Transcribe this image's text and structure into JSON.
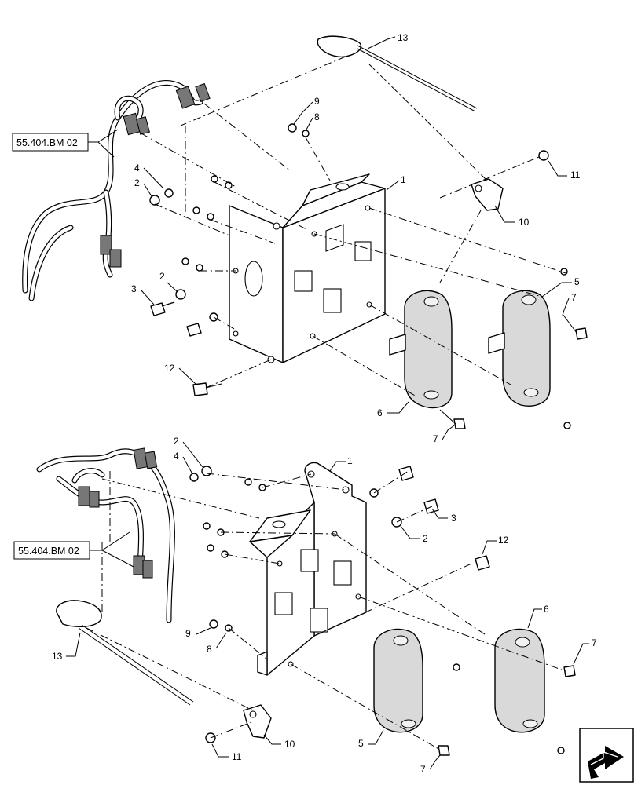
{
  "references": [
    {
      "id": "ref-top",
      "text": "55.404.BM 02"
    },
    {
      "id": "ref-bottom",
      "text": "55.404.BM 02"
    }
  ],
  "callouts_top": [
    {
      "key": "t13",
      "text": "13"
    },
    {
      "key": "t9",
      "text": "9"
    },
    {
      "key": "t8",
      "text": "8"
    },
    {
      "key": "t4",
      "text": "4"
    },
    {
      "key": "t2a",
      "text": "2"
    },
    {
      "key": "t1",
      "text": "1"
    },
    {
      "key": "t11",
      "text": "11"
    },
    {
      "key": "t10",
      "text": "10"
    },
    {
      "key": "t2b",
      "text": "2"
    },
    {
      "key": "t3",
      "text": "3"
    },
    {
      "key": "t5",
      "text": "5"
    },
    {
      "key": "t7a",
      "text": "7"
    },
    {
      "key": "t12",
      "text": "12"
    },
    {
      "key": "t6",
      "text": "6"
    },
    {
      "key": "t7b",
      "text": "7"
    }
  ],
  "callouts_bottom": [
    {
      "key": "b2a",
      "text": "2"
    },
    {
      "key": "b4",
      "text": "4"
    },
    {
      "key": "b1",
      "text": "1"
    },
    {
      "key": "b3",
      "text": "3"
    },
    {
      "key": "b2b",
      "text": "2"
    },
    {
      "key": "b12",
      "text": "12"
    },
    {
      "key": "b9",
      "text": "9"
    },
    {
      "key": "b8",
      "text": "8"
    },
    {
      "key": "b13",
      "text": "13"
    },
    {
      "key": "b6",
      "text": "6"
    },
    {
      "key": "b7a",
      "text": "7"
    },
    {
      "key": "b11",
      "text": "11"
    },
    {
      "key": "b10",
      "text": "10"
    },
    {
      "key": "b5",
      "text": "5"
    },
    {
      "key": "b7b",
      "text": "7"
    }
  ],
  "nav_icon": "next-page-arrow-icon"
}
